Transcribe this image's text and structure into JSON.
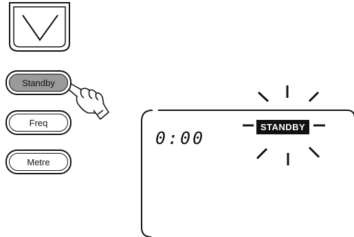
{
  "buttons": {
    "standby_label": "Standby",
    "freq_label": "Freq",
    "metre_label": "Metre"
  },
  "display": {
    "time": "0:00",
    "standby_indicator": "STANDBY"
  },
  "icons": {
    "down_button": "chevron-down-icon",
    "hand": "pointing-hand-icon",
    "blink": "flash-rays"
  },
  "colors": {
    "ink": "#111111",
    "pressed": "#9a9a9a",
    "background": "#ffffff"
  }
}
